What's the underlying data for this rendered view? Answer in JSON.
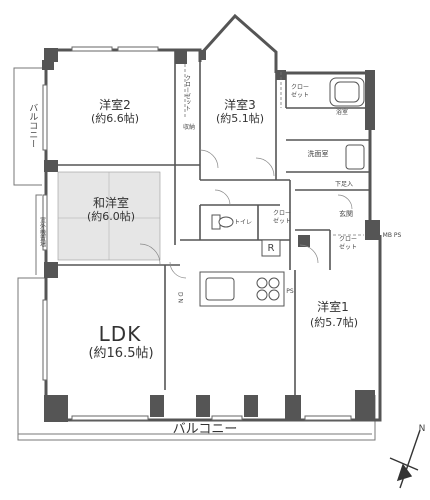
{
  "rooms": {
    "western2": {
      "name": "洋室2",
      "area": "(約6.6帖)"
    },
    "western3": {
      "name": "洋室3",
      "area": "(約5.1帖)"
    },
    "jwroom": {
      "name": "和洋室",
      "area": "(約6.0帖)"
    },
    "ldk": {
      "name": "LDK",
      "area": "(約16.5帖)"
    },
    "western1": {
      "name": "洋室1",
      "area": "(約5.7帖)"
    }
  },
  "labels": {
    "closet": "クローゼット",
    "closet2": "クロー\nゼット",
    "storage": "収納",
    "bath": "浴室",
    "washroom": "洗面室",
    "shoebox": "下足入",
    "entrance": "玄関",
    "toilet": "トイレ",
    "mbps": "MB PS",
    "ps": "PS",
    "dn": "D N",
    "fridge": "R",
    "ac_space": "室外機置場",
    "balcony_left": "バルコニー",
    "balcony_bottom": "バルコニー",
    "north": "N"
  },
  "colors": {
    "wall": "#555555",
    "line": "#666666",
    "tatami": "#e6e6e6"
  }
}
